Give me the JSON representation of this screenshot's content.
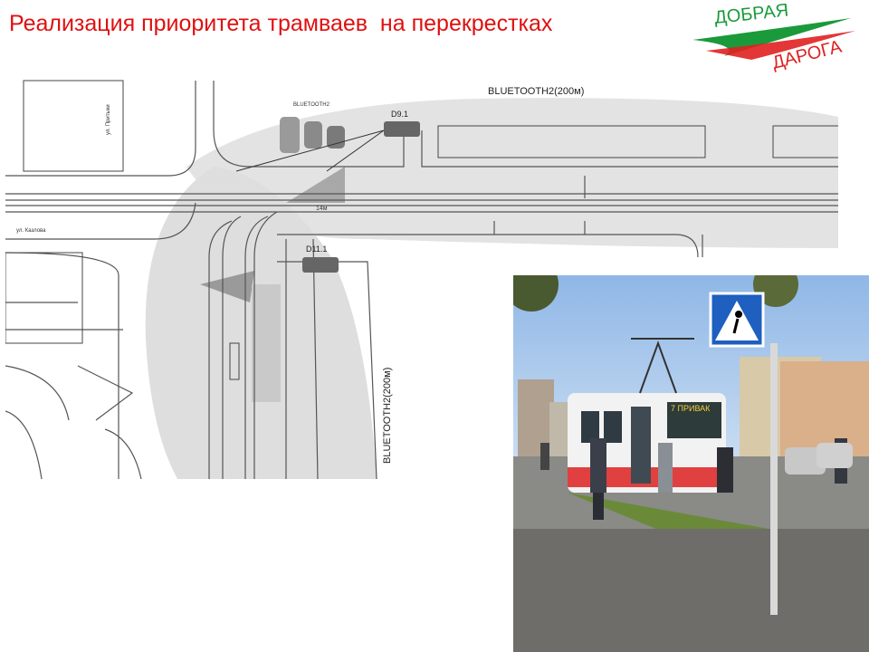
{
  "slide": {
    "title": "Реализация приоритета трамваев  на перекрестках"
  },
  "logo": {
    "line1": "ДОБРАЯ",
    "line2": "ДАРОГА",
    "colors": {
      "green": "#1a9a3a",
      "red": "#e02020"
    }
  },
  "scheme": {
    "label_top": "BLUETOOTH2(200м)",
    "label_side": "BLUETOOTH2(200м)",
    "label_small": "BLUETOOTH2",
    "detector_1": "D9.1",
    "detector_2": "D11.1",
    "street_1": "ул. Притыки",
    "street_2": "ул. Казлова",
    "distance": "14м"
  },
  "photo": {
    "tram_route": "7 ПРИВАК",
    "sign_icon": "pedestrian-crossing-icon"
  }
}
